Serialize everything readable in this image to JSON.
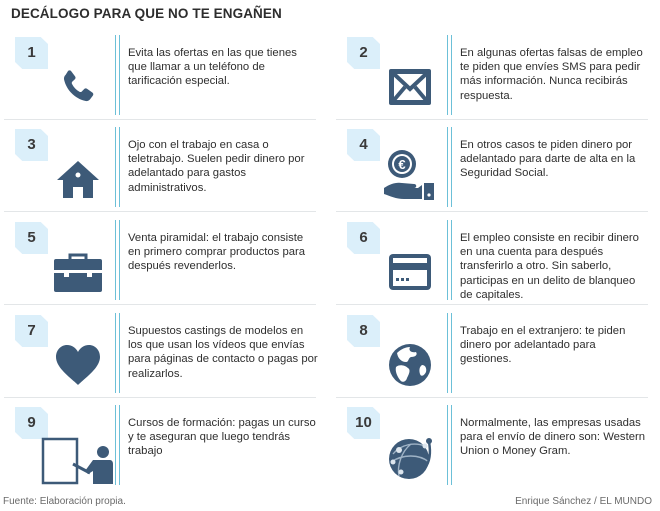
{
  "title": "DECÁLOGO PARA QUE NO TE ENGAÑEN",
  "colors": {
    "icon": "#3d5a78",
    "badge_bg": "#dbeffa",
    "divider": "#6cc0d8",
    "separator": "#e3e6e8"
  },
  "items": [
    {
      "number": "1",
      "icon": "phone-icon",
      "text": "Evita las ofertas en las que tienes que llamar a un teléfono de tarificación especial."
    },
    {
      "number": "2",
      "icon": "envelope-icon",
      "text": "En algunas ofertas falsas de empleo te piden que envíes SMS para pedir más información. Nunca recibirás respuesta."
    },
    {
      "number": "3",
      "icon": "house-icon",
      "text": "Ojo con el trabajo en casa o teletrabajo. Suelen pedir dinero por adelantado para gastos administrativos."
    },
    {
      "number": "4",
      "icon": "euro-hand-icon",
      "text": "En otros casos te piden dinero por adelantado para darte de alta en la Seguridad Social."
    },
    {
      "number": "5",
      "icon": "briefcase-icon",
      "text": "Venta piramidal: el trabajo consiste en primero comprar productos para después revenderlos."
    },
    {
      "number": "6",
      "icon": "credit-card-icon",
      "text": "El empleo consiste en recibir dinero en una cuenta para después transferirlo a otro. Sin saberlo, participas en un delito de blanqueo de capitales."
    },
    {
      "number": "7",
      "icon": "heart-icon",
      "text": "Supuestos castings de modelos en los que usan los vídeos que envías para páginas de contacto o pagas por realizarlos."
    },
    {
      "number": "8",
      "icon": "globe-icon",
      "text": "Trabajo en el extranjero: te piden dinero por adelantado para gestiones."
    },
    {
      "number": "9",
      "icon": "teacher-board-icon",
      "text": "Cursos de formación: pagas un curso y te aseguran que luego tendrás trabajo"
    },
    {
      "number": "10",
      "icon": "network-globe-icon",
      "text": "Normalmente, las empresas usadas para el envío de dinero son: Western Union o Money Gram."
    }
  ],
  "footer": {
    "source": "Fuente: Elaboración propia.",
    "credit": "Enrique Sánchez / EL MUNDO"
  }
}
